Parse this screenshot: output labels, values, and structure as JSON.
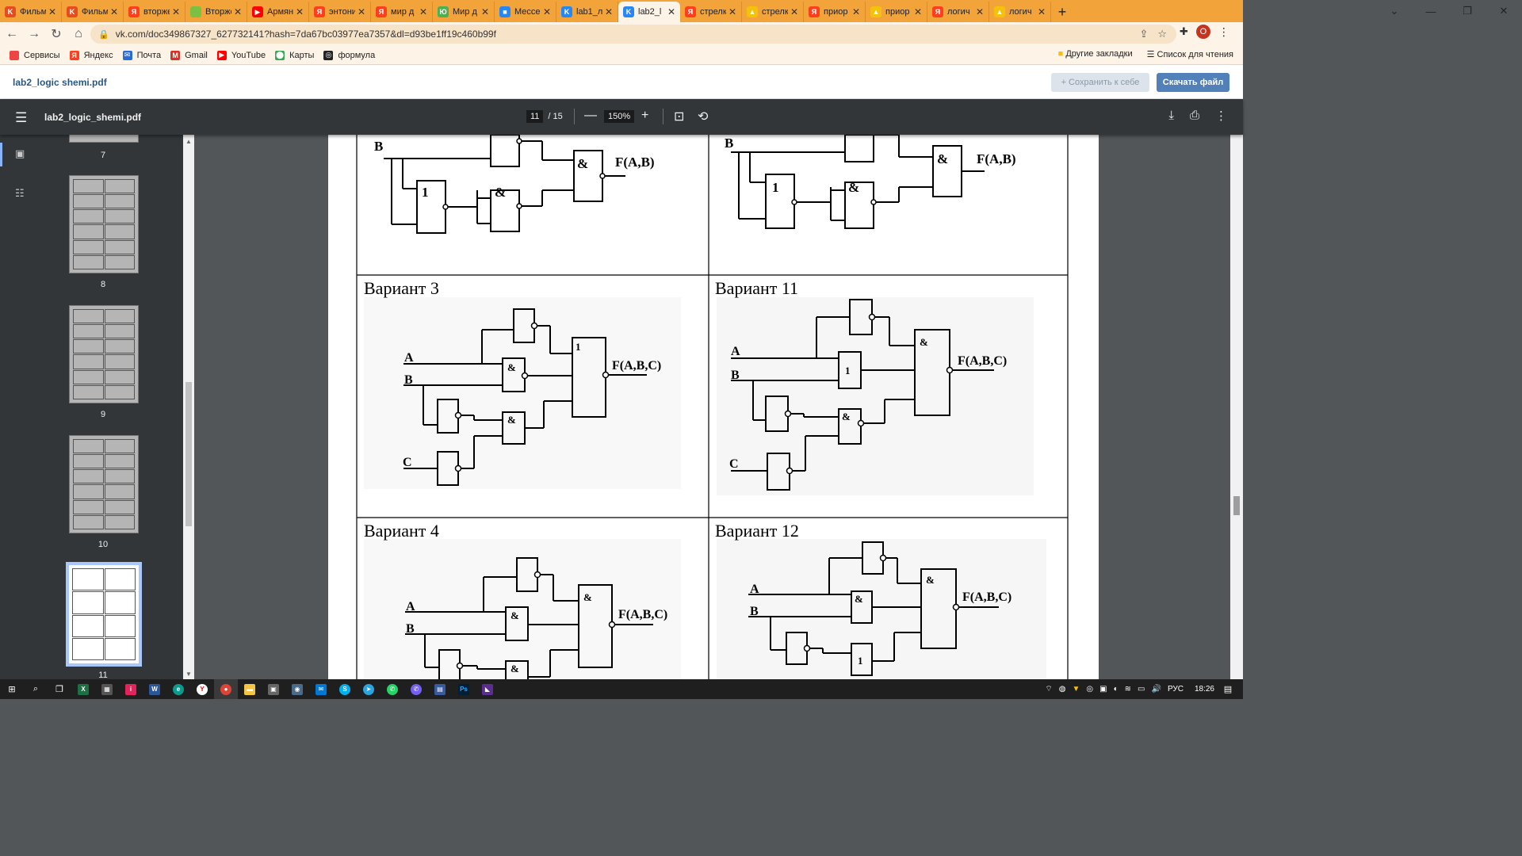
{
  "tabs": [
    {
      "label": "Фильмы",
      "fav_color": "#e54d1f",
      "fav": "K"
    },
    {
      "label": "Фильмы",
      "fav_color": "#e54d1f",
      "fav": "K"
    },
    {
      "label": "вторжение",
      "fav_color": "#fc3f1d",
      "fav": "Я"
    },
    {
      "label": "Вторжение",
      "fav_color": "#7bc043",
      "fav": ""
    },
    {
      "label": "Армянский",
      "fav_color": "#ff0000",
      "fav": "▶"
    },
    {
      "label": "энтони",
      "fav_color": "#fc3f1d",
      "fav": "Я"
    },
    {
      "label": "мир д",
      "fav_color": "#fc3f1d",
      "fav": "Я"
    },
    {
      "label": "Мир д",
      "fav_color": "#4caf50",
      "fav": "Ю"
    },
    {
      "label": "Мессенджер",
      "fav_color": "#2787f5",
      "fav": "■"
    },
    {
      "label": "lab1_л",
      "fav_color": "#2787f5",
      "fav": "K"
    },
    {
      "label": "lab2_l",
      "fav_color": "#2787f5",
      "fav": "K",
      "active": true
    },
    {
      "label": "стрелка",
      "fav_color": "#fc3f1d",
      "fav": "Я"
    },
    {
      "label": "стрелка",
      "fav_color": "#f4c20d",
      "fav": "▲"
    },
    {
      "label": "приор",
      "fav_color": "#fc3f1d",
      "fav": "Я"
    },
    {
      "label": "приор",
      "fav_color": "#f4c20d",
      "fav": "▲"
    },
    {
      "label": "логич",
      "fav_color": "#fc3f1d",
      "fav": "Я"
    },
    {
      "label": "логич",
      "fav_color": "#f4c20d",
      "fav": "▲"
    }
  ],
  "url": "vk.com/doc349867327_627732141?hash=7da67bc03977ea7357&dl=d93be1ff19c460b99f",
  "avatar_letter": "O",
  "bookmarks": [
    {
      "label": "Сервисы",
      "color": "#e44"
    },
    {
      "label": "Яндекс",
      "color": "#fc3f1d",
      "glyph": "Я"
    },
    {
      "label": "Почта",
      "color": "#2b6bd6",
      "glyph": "✉"
    },
    {
      "label": "Gmail",
      "color": "#d93025",
      "glyph": "M"
    },
    {
      "label": "YouTube",
      "color": "#ff0000",
      "glyph": "▶"
    },
    {
      "label": "Карты",
      "color": "#34a853",
      "glyph": "⬤"
    },
    {
      "label": "формула",
      "color": "#222",
      "glyph": "◎"
    }
  ],
  "bookmarks_right": {
    "other": "Другие закладки",
    "reading": "Список для чтения"
  },
  "vk": {
    "title": "lab2_logic shemi.pdf",
    "save": "Сохранить к себе",
    "download": "Скачать файл"
  },
  "pdf": {
    "filename": "lab2_logic_shemi.pdf",
    "page": "11",
    "total": "/ 15",
    "zoom": "150%"
  },
  "thumbs": [
    {
      "num": "7"
    },
    {
      "num": "8"
    },
    {
      "num": "9"
    },
    {
      "num": "10"
    },
    {
      "num": "11"
    }
  ],
  "content": {
    "variant3": "Вариант 3",
    "variant11": "Вариант 11",
    "variant4": "Вариант 4",
    "variant12": "Вариант 12",
    "lbl_a": "A",
    "lbl_b": "B",
    "lbl_c": "C",
    "out_ab": "F(A,B)",
    "out_abc": "F(A,B,C)",
    "and": "&",
    "or": "1"
  },
  "taskbar": {
    "lang": "РУС",
    "time": "18:26"
  }
}
